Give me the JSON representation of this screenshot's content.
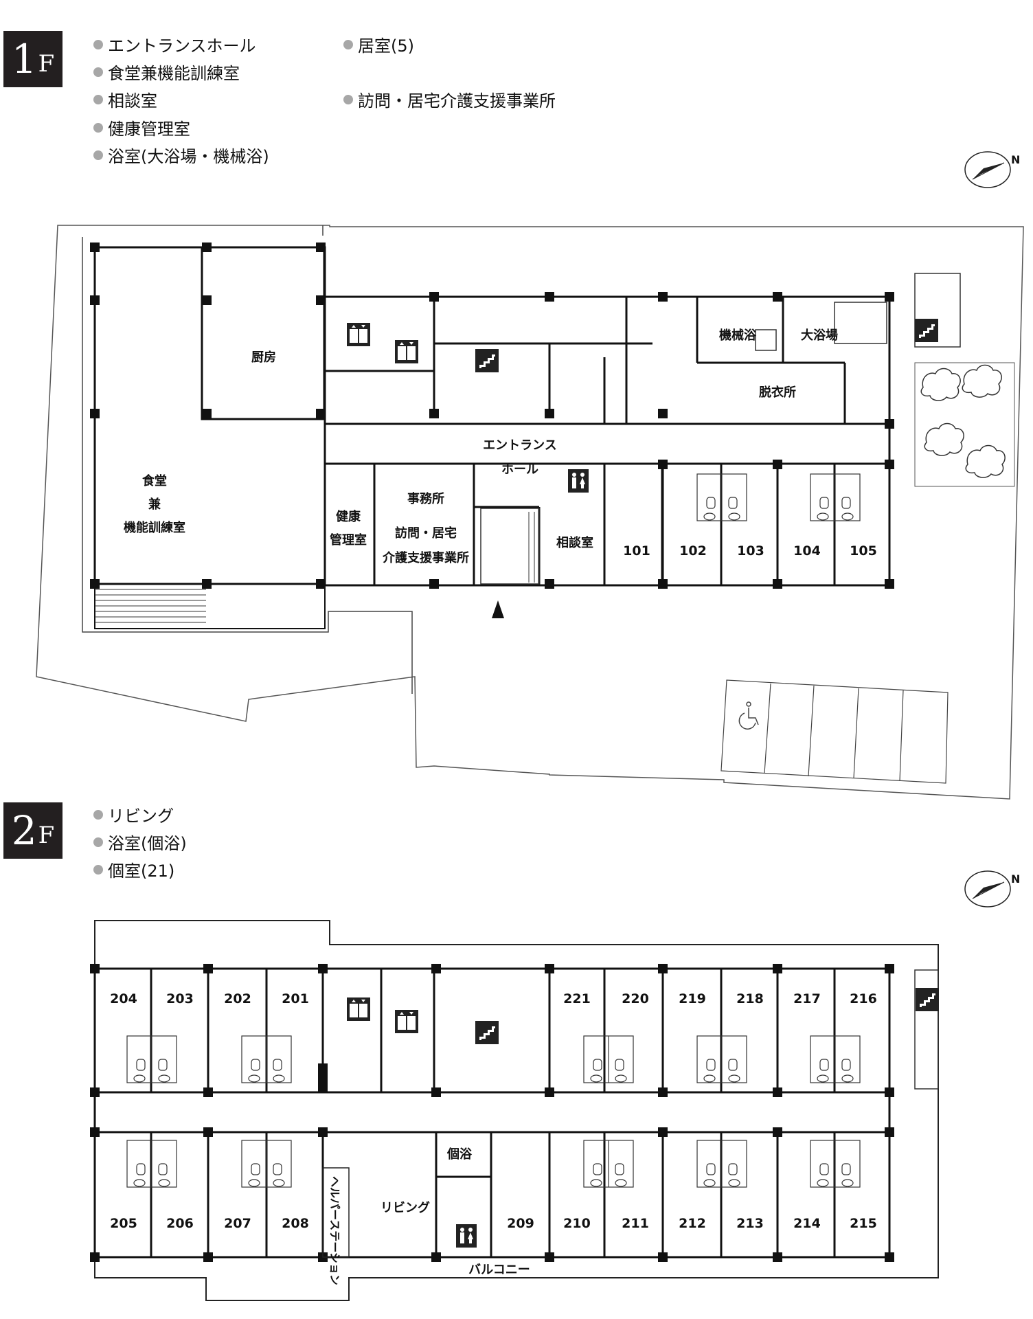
{
  "floors": [
    {
      "badge_number": "1",
      "badge_unit": "F",
      "legend": [
        "エントランスホール",
        "食堂兼機能訓練室",
        "相談室",
        "健康管理室",
        "浴室(大浴場・機械浴)",
        "居室(5)",
        "訪問・居宅介護支援事業所"
      ],
      "rooms": {
        "kitchen": "厨房",
        "dining_line1": "食堂",
        "dining_line2": "兼",
        "dining_line3": "機能訓練室",
        "mech_bath": "機械浴",
        "big_bath": "大浴場",
        "dressing": "脱衣所",
        "entrance_line1": "エントランス",
        "entrance_line2": "ホール",
        "health_line1": "健康",
        "health_line2": "管理室",
        "office_title": "事務所",
        "office_line1": "訪問・居宅",
        "office_line2": "介護支援事業所",
        "consult": "相談室",
        "room_numbers": [
          "101",
          "102",
          "103",
          "104",
          "105"
        ]
      }
    },
    {
      "badge_number": "2",
      "badge_unit": "F",
      "legend": [
        "リビング",
        "浴室(個浴)",
        "個室(21)"
      ],
      "rooms": {
        "top_room_numbers": [
          "204",
          "203",
          "202",
          "201",
          "221",
          "220",
          "219",
          "218",
          "217",
          "216"
        ],
        "bottom_room_numbers": [
          "205",
          "206",
          "207",
          "208",
          "209",
          "210",
          "211",
          "212",
          "213",
          "214",
          "215"
        ],
        "private_bath": "個浴",
        "living": "リビング",
        "helper_station": "ヘルパーステーション",
        "balcony": "バルコニー"
      }
    }
  ],
  "icons": [
    "compass-icon",
    "elevator-icon",
    "stairs-icon",
    "restroom-icon",
    "accessible-parking-icon",
    "entrance-arrow-icon",
    "tree-icon"
  ]
}
